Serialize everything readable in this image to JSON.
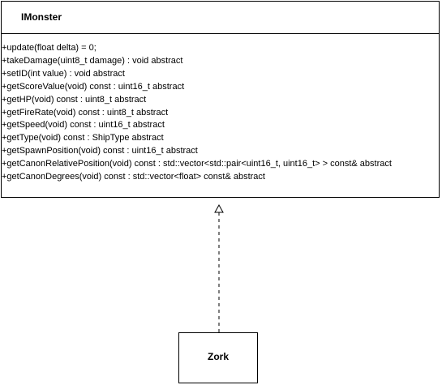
{
  "interface_class": {
    "name": "IMonster",
    "methods": [
      "+update(float delta) = 0;",
      "+takeDamage(uint8_t damage) : void abstract",
      "+setID(int value) : void abstract",
      "+getScoreValue(void) const : uint16_t abstract",
      "+getHP(void) const : uint8_t abstract",
      "+getFireRate(void) const : uint8_t abstract",
      "+getSpeed(void) const  : uint16_t abstract",
      "+getType(void) const : ShipType abstract",
      "+getSpawnPosition(void) const : uint16_t abstract",
      "+getCanonRelativePosition(void) const : std::vector<std::pair<uint16_t, uint16_t> > const& abstract",
      "+getCanonDegrees(void) const : std::vector<float> const&  abstract"
    ]
  },
  "implementing_class": {
    "name": "Zork"
  },
  "relationship": {
    "type": "realization",
    "line_style": "dashed",
    "arrowhead": "hollow-triangle"
  }
}
